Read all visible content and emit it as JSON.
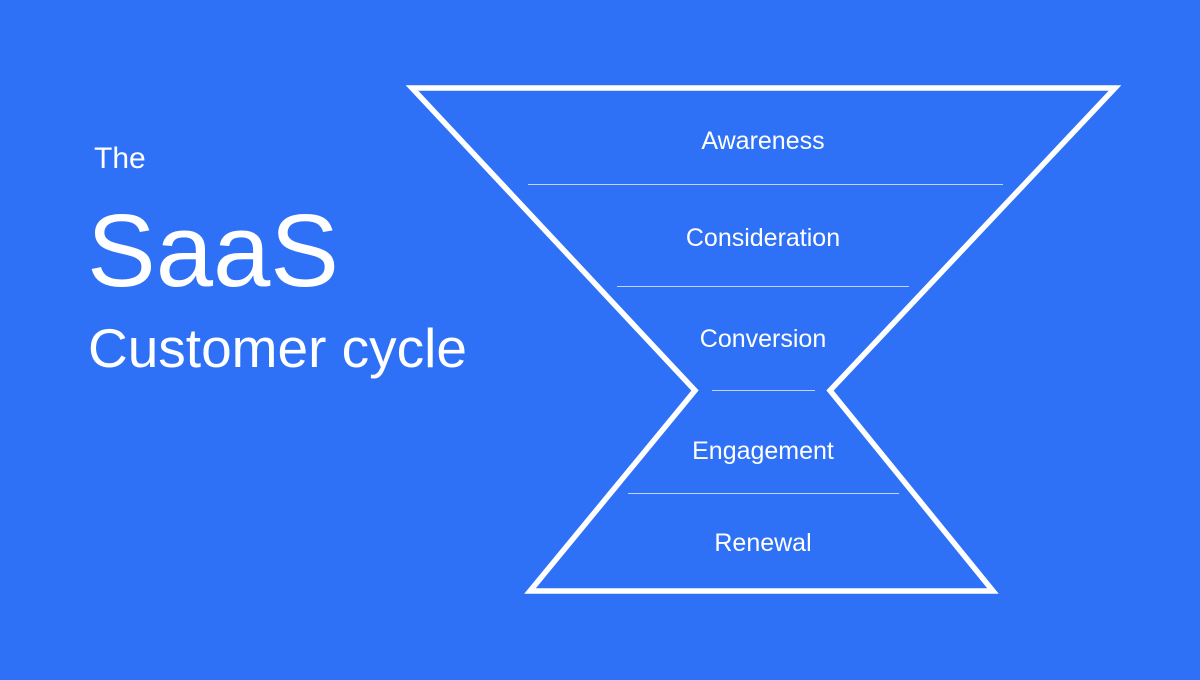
{
  "title": {
    "pre": "The",
    "main": "SaaS",
    "sub": "Customer cycle"
  },
  "funnel": {
    "shape": "hourglass",
    "stages": [
      {
        "label": "Awareness"
      },
      {
        "label": "Consideration"
      },
      {
        "label": "Conversion"
      },
      {
        "label": "Engagement"
      },
      {
        "label": "Renewal"
      }
    ]
  },
  "colors": {
    "background": "#2e71f6",
    "outline": "#ffffff",
    "text": "#ffffff",
    "divider": "rgba(255,255,255,0.7)"
  }
}
